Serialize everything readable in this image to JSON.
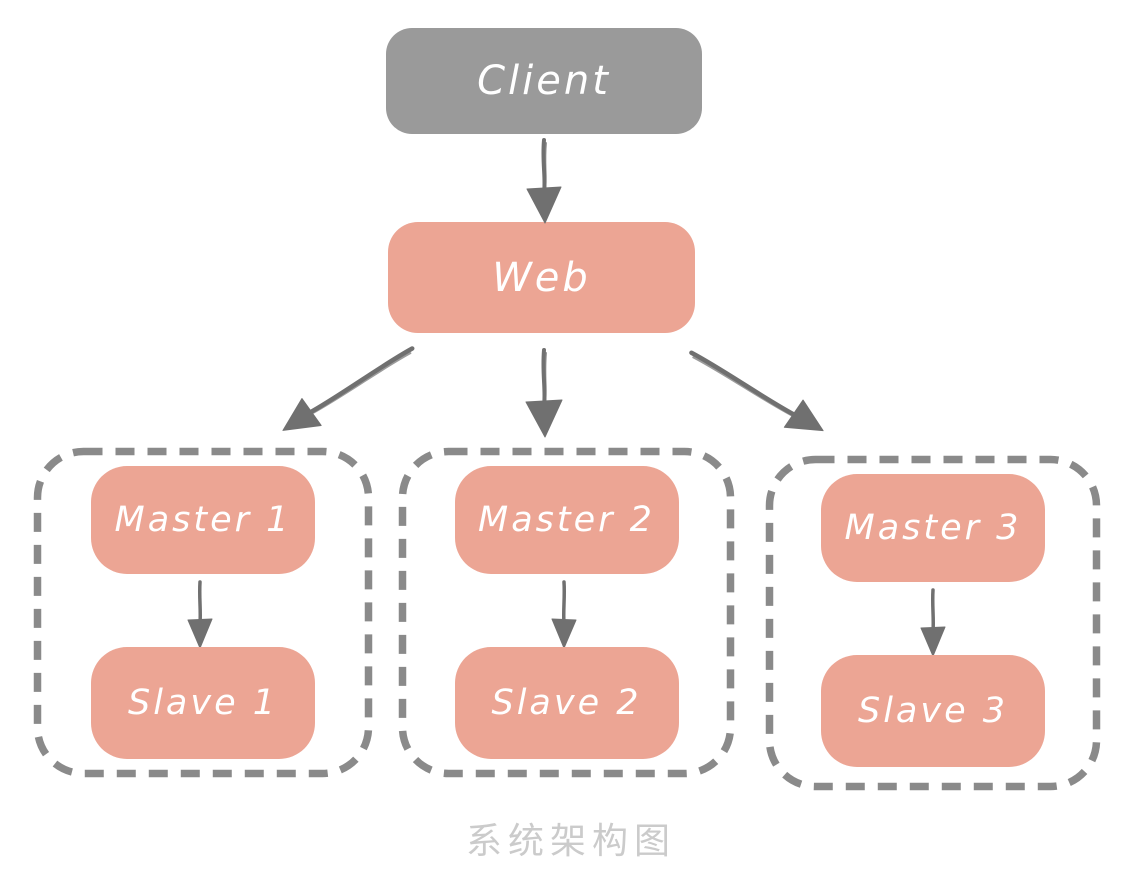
{
  "diagram": {
    "caption": "系统架构图",
    "client": {
      "label": "Client"
    },
    "web": {
      "label": "Web"
    },
    "groups": [
      {
        "master": "Master 1",
        "slave": "Slave 1"
      },
      {
        "master": "Master 2",
        "slave": "Slave 2"
      },
      {
        "master": "Master 3",
        "slave": "Slave 3"
      }
    ],
    "edges": [
      {
        "from": "client",
        "to": "web"
      },
      {
        "from": "web",
        "to": "master-1"
      },
      {
        "from": "web",
        "to": "master-2"
      },
      {
        "from": "web",
        "to": "master-3"
      },
      {
        "from": "master-1",
        "to": "slave-1"
      },
      {
        "from": "master-2",
        "to": "slave-2"
      },
      {
        "from": "master-3",
        "to": "slave-3"
      }
    ],
    "colors": {
      "client_fill": "#9A9A9A",
      "node_fill": "#ECA594",
      "node_text": "#FFFFFF",
      "border_dash": "#8A8A8A",
      "arrow": "#707070",
      "caption_text": "#CBCBCB"
    }
  }
}
